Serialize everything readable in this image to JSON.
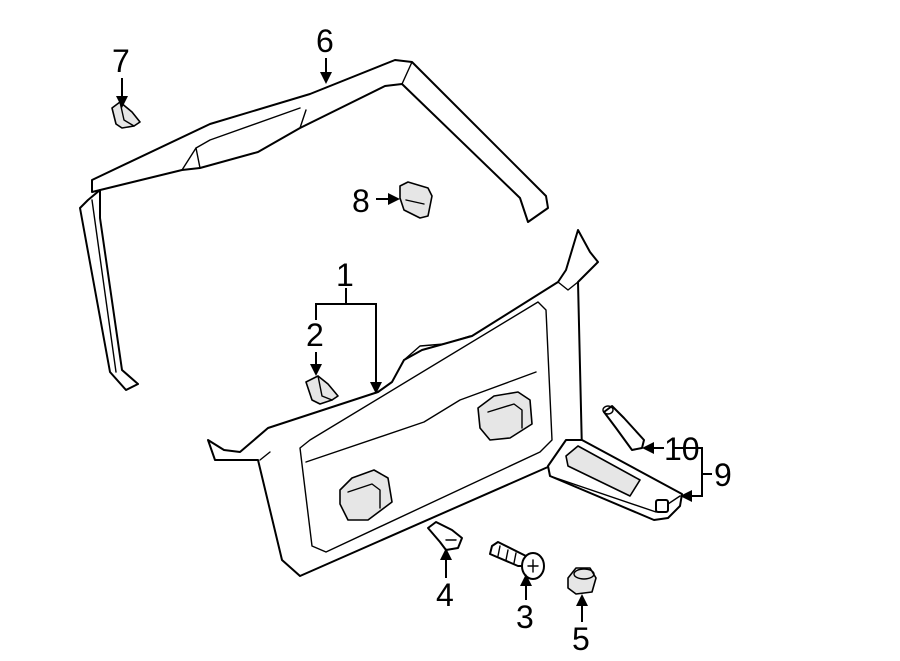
{
  "callouts": {
    "c1": "1",
    "c2": "2",
    "c3": "3",
    "c4": "4",
    "c5": "5",
    "c6": "6",
    "c7": "7",
    "c8": "8",
    "c9": "9",
    "c10": "10"
  },
  "colors": {
    "line": "#000000",
    "background": "#ffffff",
    "shade": "#e6e6e6"
  }
}
